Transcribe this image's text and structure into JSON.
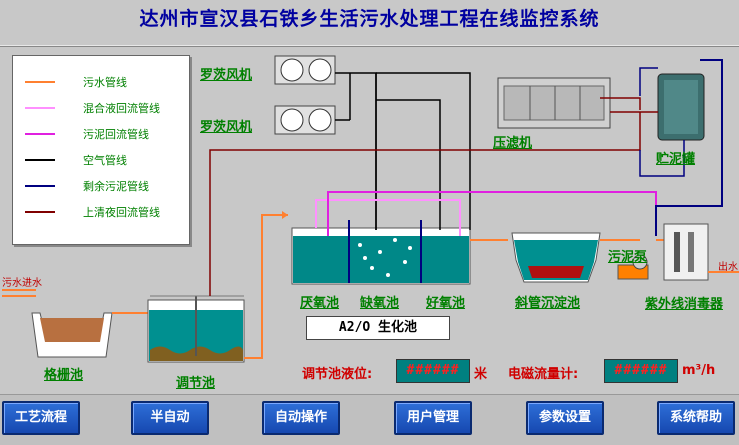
{
  "title": "达州市宣汉县石铁乡生活污水处理工程在线监控系统",
  "legend": [
    {
      "label": "污水管线",
      "color": "#ff8030"
    },
    {
      "label": "混合液回流管线",
      "color": "#ff90ff"
    },
    {
      "label": "污泥回流管线",
      "color": "#e020e0"
    },
    {
      "label": "空气管线",
      "color": "#000000"
    },
    {
      "label": "剩余污泥管线",
      "color": "#000080"
    },
    {
      "label": "上清夜回流管线",
      "color": "#800000"
    }
  ],
  "equipment": {
    "blower_1": "罗茨风机",
    "blower_2": "罗茨风机",
    "filter_press": "压滤机",
    "sludge_tank": "贮泥罐",
    "sludge_pump": "污泥泵",
    "uv_disinfector": "紫外线消毒器",
    "grille_tank": "格栅池",
    "adjust_tank": "调节池",
    "anaerobic": "厌氧池",
    "anoxic": "缺氧池",
    "aerobic": "好氧池",
    "settling": "斜管沉淀池",
    "inflow": "污水进水",
    "outflow": "出水"
  },
  "process_box": "A2/O 生化池",
  "readouts": {
    "level_label": "调节池液位:",
    "level_value": "######",
    "level_unit": "米",
    "flow_label": "电磁流量计:",
    "flow_value": "######",
    "flow_unit": "m³/h"
  },
  "nav": [
    "工艺流程",
    "半自动",
    "自动操作",
    "用户管理",
    "参数设置",
    "系统帮助"
  ]
}
